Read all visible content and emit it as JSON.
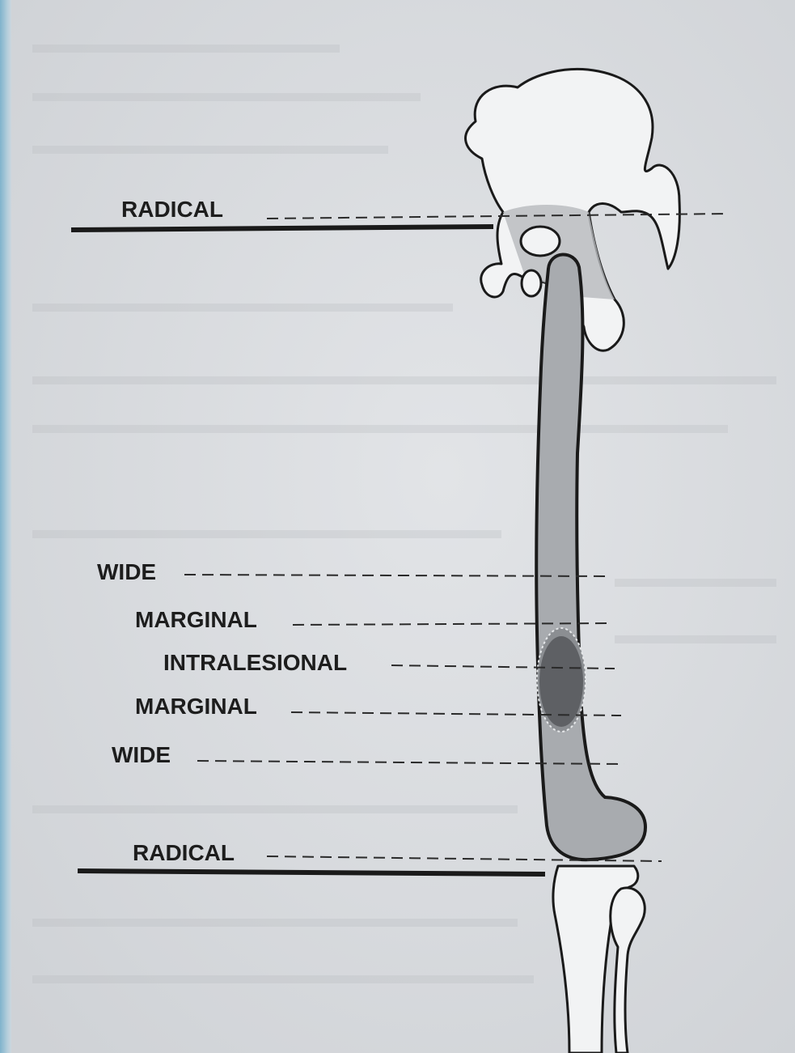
{
  "diagram": {
    "margin_labels": [
      {
        "id": "radical-top",
        "text": "RADICAL"
      },
      {
        "id": "wide-top",
        "text": "WIDE"
      },
      {
        "id": "marginal-top",
        "text": "MARGINAL"
      },
      {
        "id": "intralesional",
        "text": "INTRALESIONAL"
      },
      {
        "id": "marginal-bottom",
        "text": "MARGINAL"
      },
      {
        "id": "wide-bottom",
        "text": "WIDE"
      },
      {
        "id": "radical-bottom",
        "text": "RADICAL"
      }
    ],
    "colors": {
      "paper": "#d9dbde",
      "femur_fill": "#a8abaf",
      "lesion": "#5e6064",
      "pseudocapsule": "#8b8e92",
      "ink": "#1a1a1a"
    }
  }
}
